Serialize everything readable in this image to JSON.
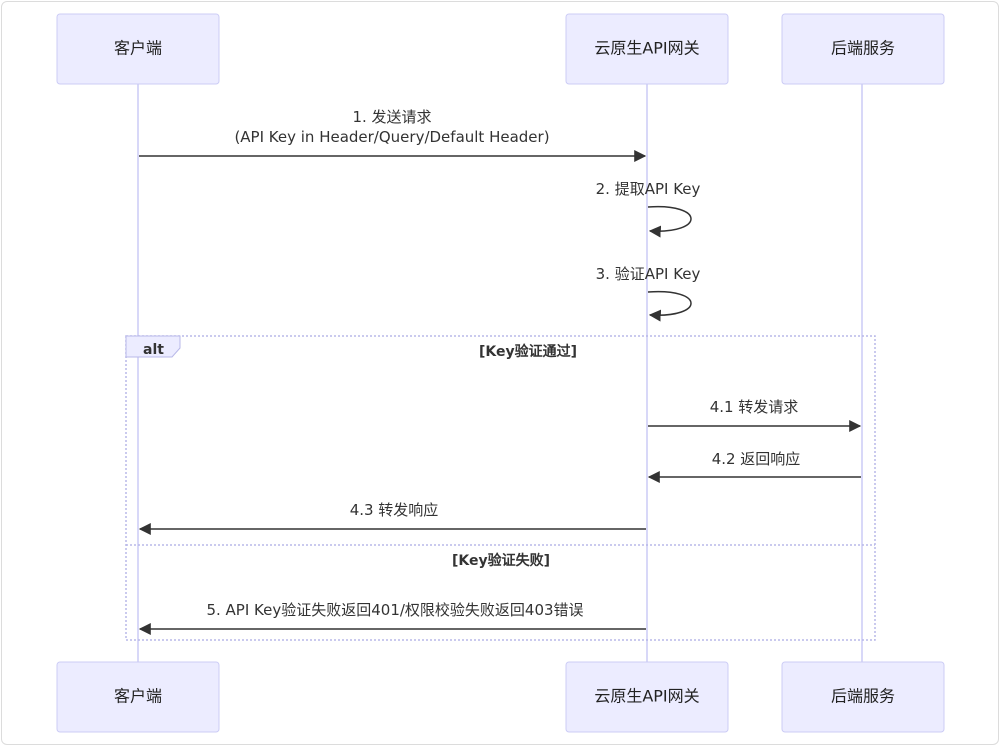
{
  "actors": [
    {
      "id": "client",
      "label": "客户端"
    },
    {
      "id": "gateway",
      "label": "云原生API网关"
    },
    {
      "id": "backend",
      "label": "后端服务"
    }
  ],
  "messages": [
    {
      "id": "m1",
      "from": "client",
      "to": "gateway",
      "lines": [
        "1. 发送请求",
        "(API Key in Header/Query/Default Header)"
      ]
    },
    {
      "id": "m2",
      "from": "gateway",
      "to": "gateway",
      "lines": [
        "2. 提取API Key"
      ]
    },
    {
      "id": "m3",
      "from": "gateway",
      "to": "gateway",
      "lines": [
        "3. 验证API Key"
      ]
    },
    {
      "id": "m41",
      "from": "gateway",
      "to": "backend",
      "lines": [
        "4.1 转发请求"
      ]
    },
    {
      "id": "m42",
      "from": "backend",
      "to": "gateway",
      "lines": [
        "4.2 返回响应"
      ]
    },
    {
      "id": "m43",
      "from": "gateway",
      "to": "client",
      "lines": [
        "4.3 转发响应"
      ]
    },
    {
      "id": "m5",
      "from": "gateway",
      "to": "client",
      "lines": [
        "5. API Key验证失败返回401/权限校验失败返回403错误"
      ]
    }
  ],
  "alt_block": {
    "tag": "alt",
    "condition_success": "[Key验证通过]",
    "condition_failure": "[Key验证失败]"
  },
  "colors": {
    "actor_fill": "#ececff",
    "actor_stroke": "#ccccf5",
    "line": "#333333",
    "frame": "#b8b8e8"
  }
}
